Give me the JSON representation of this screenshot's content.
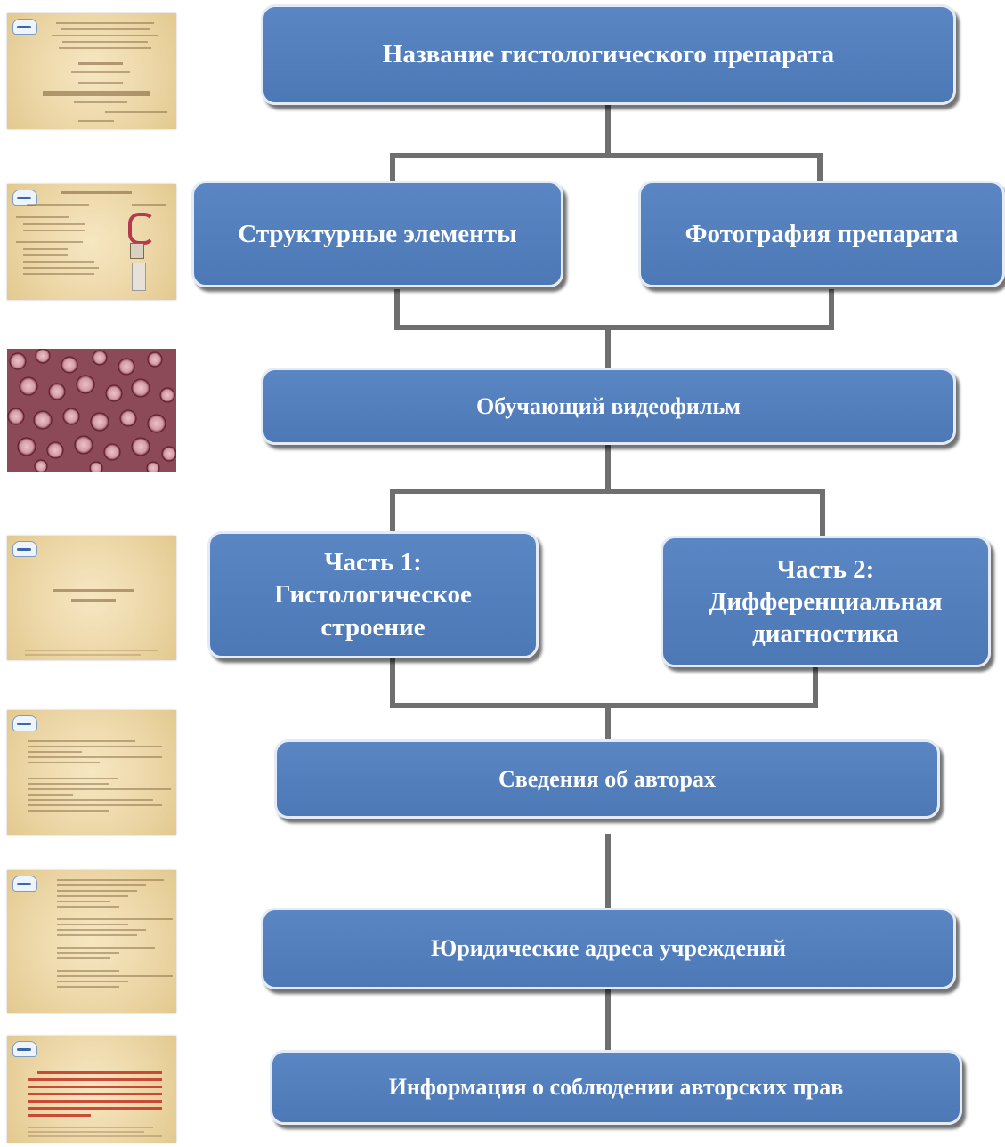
{
  "flowchart": {
    "nodes": {
      "title": "Название гистологического препарата",
      "structural_elements": "Структурные элементы",
      "photo": "Фотография препарата",
      "video": "Обучающий видеофильм",
      "part1": [
        "Часть 1:",
        "Гистологическое",
        "строение"
      ],
      "part2": [
        "Часть 2:",
        "Дифференциальная",
        "диагностика"
      ],
      "authors": "Сведения об авторах",
      "addresses": "Юридические адреса учреждений",
      "copyright": "Информация о соблюдении авторских прав"
    }
  },
  "colors": {
    "box_fill": "#5079b9",
    "box_border": "#e4ebf6",
    "connector": "#6f6f6f"
  }
}
